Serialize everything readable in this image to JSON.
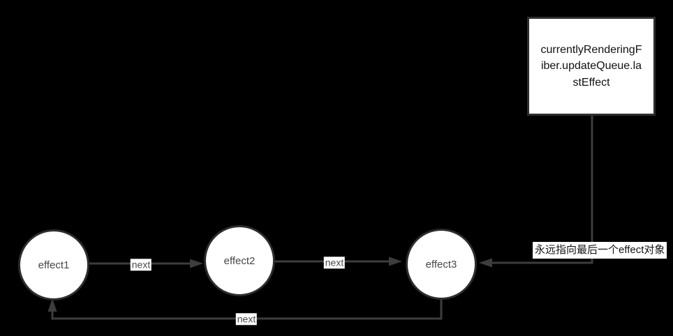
{
  "diagram": {
    "pointer_box": {
      "label": "currentlyRenderingFiber.updateQueue.lastEffect"
    },
    "nodes": [
      {
        "id": "effect1",
        "label": "effect1"
      },
      {
        "id": "effect2",
        "label": "effect2"
      },
      {
        "id": "effect3",
        "label": "effect3"
      }
    ],
    "edges": [
      {
        "from": "effect1",
        "to": "effect2",
        "label": "next"
      },
      {
        "from": "effect2",
        "to": "effect3",
        "label": "next"
      },
      {
        "from": "effect3",
        "to": "effect1",
        "label": "next"
      },
      {
        "from": "pointer_box",
        "to": "effect3",
        "label": "永远指向最后一个effect对象"
      }
    ],
    "colors": {
      "background": "#000000",
      "node_fill": "#ffffff",
      "node_border": "#2d2d2d",
      "connector": "#3d3d3d",
      "label_background": "#ffffff",
      "text_primary": "#141414",
      "text_secondary": "#4a4a4a"
    }
  }
}
